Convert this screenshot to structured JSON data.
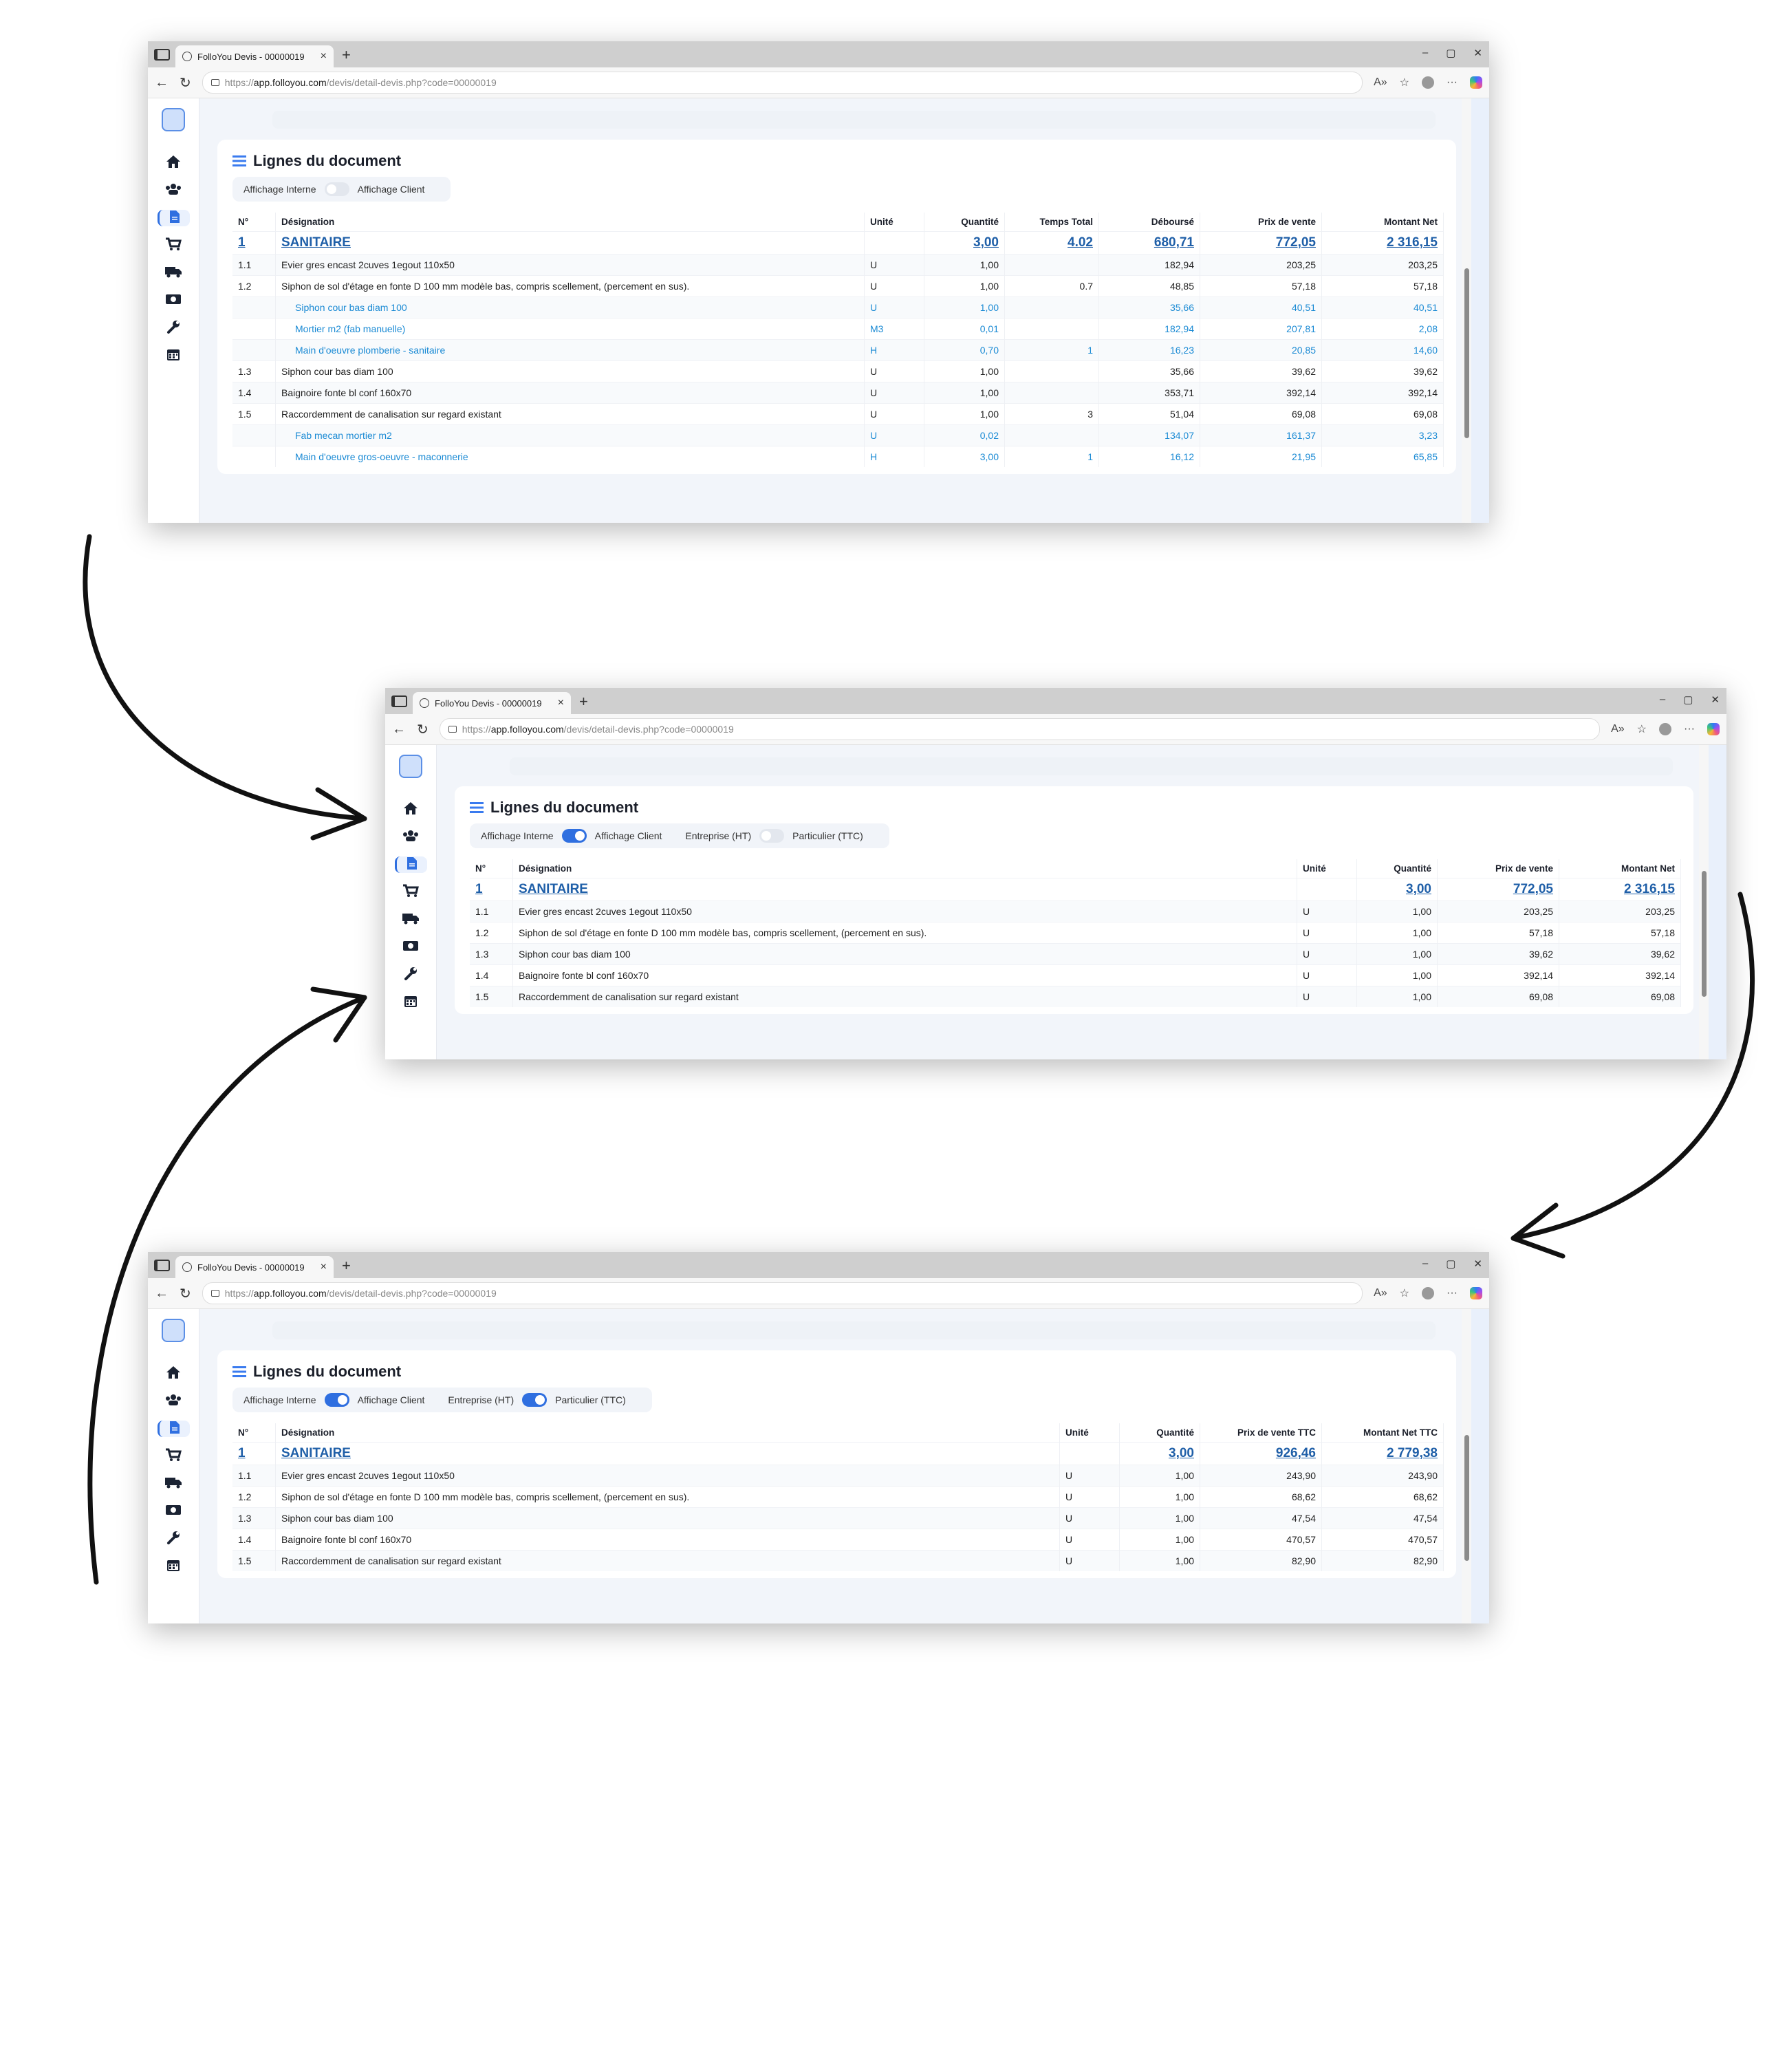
{
  "browser": {
    "tab_title": "FolloYou Devis - 00000019",
    "url_scheme": "https://",
    "url_host": "app.folloyou.com",
    "url_path": "/devis/detail-devis.php?code=00000019",
    "new_tab": "+",
    "close_tab": "×",
    "controls": [
      "–",
      "▢",
      "✕"
    ],
    "icons": [
      "read-aloud-icon",
      "favorite-star-icon",
      "profile-avatar-icon",
      "more-icon",
      "copilot-icon"
    ]
  },
  "sidebar": {
    "items": [
      "home-icon",
      "users-icon",
      "document-icon",
      "cart-icon",
      "truck-icon",
      "money-icon",
      "wrench-icon",
      "calendar-icon"
    ],
    "active": "document-icon"
  },
  "colors": {
    "accent": "#2f6fe0",
    "total_link": "#1f5fa8",
    "subline": "#1a8ad4"
  },
  "windows": [
    {
      "title": "Lignes du document",
      "toggles": [
        {
          "left": "Affichage Interne",
          "right": "Affichage Client",
          "on": false
        }
      ],
      "columns": [
        {
          "key": "num",
          "label": "N°"
        },
        {
          "key": "des",
          "label": "Désignation"
        },
        {
          "key": "unit",
          "label": "Unité"
        },
        {
          "key": "qty",
          "label": "Quantité"
        },
        {
          "key": "temps",
          "label": "Temps Total"
        },
        {
          "key": "deb",
          "label": "Déboursé"
        },
        {
          "key": "pv",
          "label": "Prix de vente"
        },
        {
          "key": "mn",
          "label": "Montant Net"
        }
      ],
      "group": {
        "num": "1",
        "des": "SANITAIRE",
        "qty": "3,00",
        "temps": "4.02",
        "deb": "680,71",
        "pv": "772,05",
        "mn": "2 316,15"
      },
      "rows": [
        {
          "num": "1.1",
          "des": "Evier gres encast 2cuves 1egout 110x50",
          "unit": "U",
          "qty": "1,00",
          "temps": "",
          "deb": "182,94",
          "pv": "203,25",
          "mn": "203,25",
          "sub": false
        },
        {
          "num": "1.2",
          "des": "Siphon de sol d'étage en fonte D 100 mm modèle bas, compris scellement, (percement en sus).",
          "unit": "U",
          "qty": "1,00",
          "temps": "0.7",
          "deb": "48,85",
          "pv": "57,18",
          "mn": "57,18",
          "sub": false
        },
        {
          "num": "",
          "des": "Siphon cour bas diam 100",
          "unit": "U",
          "qty": "1,00",
          "temps": "",
          "deb": "35,66",
          "pv": "40,51",
          "mn": "40,51",
          "sub": true
        },
        {
          "num": "",
          "des": "Mortier m2 (fab manuelle)",
          "unit": "M3",
          "qty": "0,01",
          "temps": "",
          "deb": "182,94",
          "pv": "207,81",
          "mn": "2,08",
          "sub": true
        },
        {
          "num": "",
          "des": "Main d'oeuvre plomberie - sanitaire",
          "unit": "H",
          "qty": "0,70",
          "temps": "1",
          "deb": "16,23",
          "pv": "20,85",
          "mn": "14,60",
          "sub": true
        },
        {
          "num": "1.3",
          "des": "Siphon cour bas diam 100",
          "unit": "U",
          "qty": "1,00",
          "temps": "",
          "deb": "35,66",
          "pv": "39,62",
          "mn": "39,62",
          "sub": false
        },
        {
          "num": "1.4",
          "des": "Baignoire fonte bl conf 160x70",
          "unit": "U",
          "qty": "1,00",
          "temps": "",
          "deb": "353,71",
          "pv": "392,14",
          "mn": "392,14",
          "sub": false
        },
        {
          "num": "1.5",
          "des": "Raccordemment de canalisation sur regard existant",
          "unit": "U",
          "qty": "1,00",
          "temps": "3",
          "deb": "51,04",
          "pv": "69,08",
          "mn": "69,08",
          "sub": false
        },
        {
          "num": "",
          "des": "Fab mecan mortier m2",
          "unit": "U",
          "qty": "0,02",
          "temps": "",
          "deb": "134,07",
          "pv": "161,37",
          "mn": "3,23",
          "sub": true
        },
        {
          "num": "",
          "des": "Main d'oeuvre gros-oeuvre - maconnerie",
          "unit": "H",
          "qty": "3,00",
          "temps": "1",
          "deb": "16,12",
          "pv": "21,95",
          "mn": "65,85",
          "sub": true
        }
      ]
    },
    {
      "title": "Lignes du document",
      "toggles": [
        {
          "left": "Affichage Interne",
          "right": "Affichage Client",
          "on": true
        },
        {
          "left": "Entreprise (HT)",
          "right": "Particulier (TTC)",
          "on": false
        }
      ],
      "columns": [
        {
          "key": "num",
          "label": "N°"
        },
        {
          "key": "des",
          "label": "Désignation"
        },
        {
          "key": "unit",
          "label": "Unité"
        },
        {
          "key": "qty",
          "label": "Quantité"
        },
        {
          "key": "pv",
          "label": "Prix de vente"
        },
        {
          "key": "mn",
          "label": "Montant Net"
        }
      ],
      "group": {
        "num": "1",
        "des": "SANITAIRE",
        "qty": "3,00",
        "pv": "772,05",
        "mn": "2 316,15"
      },
      "rows": [
        {
          "num": "1.1",
          "des": "Evier gres encast 2cuves 1egout 110x50",
          "unit": "U",
          "qty": "1,00",
          "pv": "203,25",
          "mn": "203,25",
          "sub": false
        },
        {
          "num": "1.2",
          "des": "Siphon de sol d'étage en fonte D 100 mm modèle bas, compris scellement, (percement en sus).",
          "unit": "U",
          "qty": "1,00",
          "pv": "57,18",
          "mn": "57,18",
          "sub": false
        },
        {
          "num": "1.3",
          "des": "Siphon cour bas diam 100",
          "unit": "U",
          "qty": "1,00",
          "pv": "39,62",
          "mn": "39,62",
          "sub": false
        },
        {
          "num": "1.4",
          "des": "Baignoire fonte bl conf 160x70",
          "unit": "U",
          "qty": "1,00",
          "pv": "392,14",
          "mn": "392,14",
          "sub": false
        },
        {
          "num": "1.5",
          "des": "Raccordemment de canalisation sur regard existant",
          "unit": "U",
          "qty": "1,00",
          "pv": "69,08",
          "mn": "69,08",
          "sub": false
        }
      ]
    },
    {
      "title": "Lignes du document",
      "toggles": [
        {
          "left": "Affichage Interne",
          "right": "Affichage Client",
          "on": true
        },
        {
          "left": "Entreprise (HT)",
          "right": "Particulier (TTC)",
          "on": true
        }
      ],
      "columns": [
        {
          "key": "num",
          "label": "N°"
        },
        {
          "key": "des",
          "label": "Désignation"
        },
        {
          "key": "unit",
          "label": "Unité"
        },
        {
          "key": "qty",
          "label": "Quantité"
        },
        {
          "key": "pv",
          "label": "Prix de vente TTC"
        },
        {
          "key": "mn",
          "label": "Montant Net TTC"
        }
      ],
      "group": {
        "num": "1",
        "des": "SANITAIRE",
        "qty": "3,00",
        "pv": "926,46",
        "mn": "2 779,38"
      },
      "rows": [
        {
          "num": "1.1",
          "des": "Evier gres encast 2cuves 1egout 110x50",
          "unit": "U",
          "qty": "1,00",
          "pv": "243,90",
          "mn": "243,90",
          "sub": false
        },
        {
          "num": "1.2",
          "des": "Siphon de sol d'étage en fonte D 100 mm modèle bas, compris scellement, (percement en sus).",
          "unit": "U",
          "qty": "1,00",
          "pv": "68,62",
          "mn": "68,62",
          "sub": false
        },
        {
          "num": "1.3",
          "des": "Siphon cour bas diam 100",
          "unit": "U",
          "qty": "1,00",
          "pv": "47,54",
          "mn": "47,54",
          "sub": false
        },
        {
          "num": "1.4",
          "des": "Baignoire fonte bl conf 160x70",
          "unit": "U",
          "qty": "1,00",
          "pv": "470,57",
          "mn": "470,57",
          "sub": false
        },
        {
          "num": "1.5",
          "des": "Raccordemment de canalisation sur regard existant",
          "unit": "U",
          "qty": "1,00",
          "pv": "82,90",
          "mn": "82,90",
          "sub": false
        }
      ]
    }
  ]
}
